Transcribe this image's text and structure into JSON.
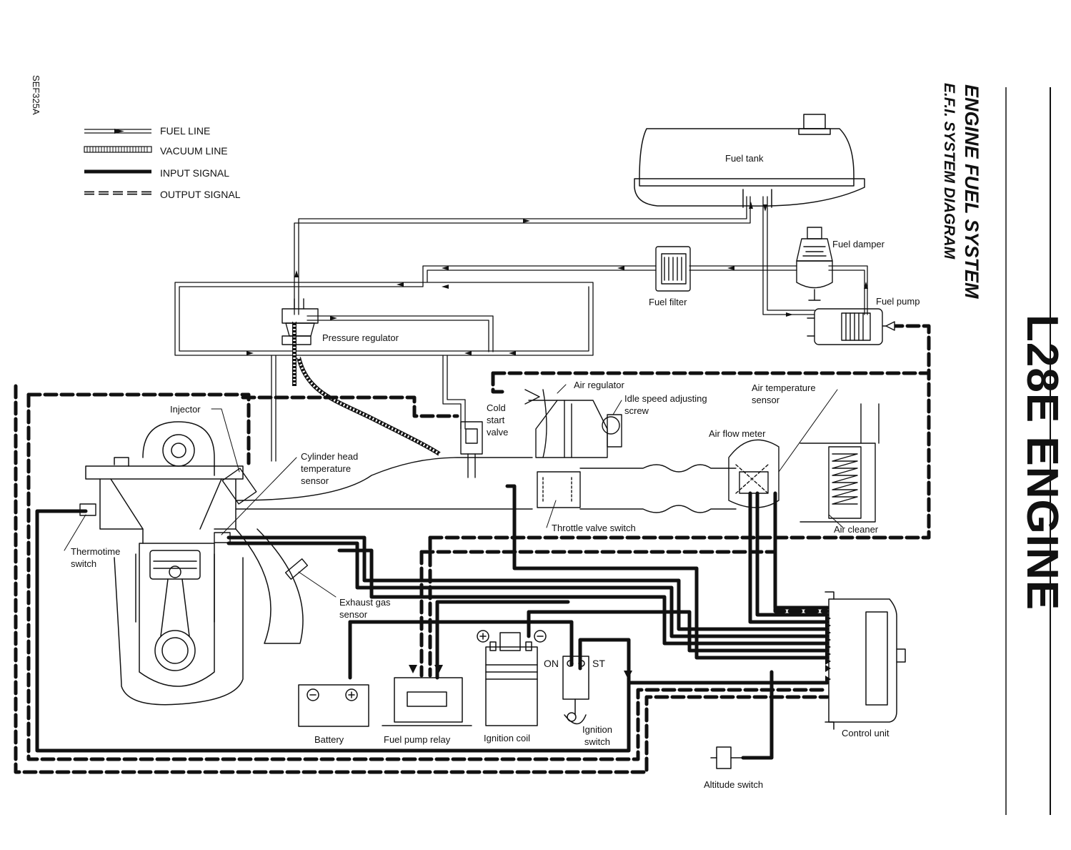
{
  "header": {
    "title_main": "L28E ENGINE",
    "title_sub1": "ENGINE FUEL SYSTEM",
    "title_sub2": "E.F.I. SYSTEM DIAGRAM",
    "figure_code": "SEF325A"
  },
  "legend": [
    {
      "key": "fuel",
      "label": "FUEL LINE"
    },
    {
      "key": "vacuum",
      "label": "VACUUM LINE"
    },
    {
      "key": "input",
      "label": "INPUT SIGNAL"
    },
    {
      "key": "output",
      "label": "OUTPUT SIGNAL"
    }
  ],
  "components": {
    "fuel_tank": "Fuel tank",
    "fuel_damper": "Fuel damper",
    "fuel_filter": "Fuel filter",
    "fuel_pump": "Fuel pump",
    "pressure_regulator": "Pressure regulator",
    "air_regulator": "Air regulator",
    "idle_speed_screw": "Idle speed adjusting\nscrew",
    "air_temp_sensor": "Air temperature\nsensor",
    "air_flow_meter": "Air flow meter",
    "cold_start_valve": "Cold\nstart\nvalve",
    "injector": "Injector",
    "cyl_head_temp_sensor": "Cylinder head\ntemperature\nsensor",
    "thermotime_switch": "Thermotime\nswitch",
    "throttle_valve_switch": "Throttle valve switch",
    "air_cleaner": "Air cleaner",
    "exhaust_gas_sensor": "Exhaust gas\nsensor",
    "battery": "Battery",
    "fuel_pump_relay": "Fuel pump relay",
    "ignition_coil": "Ignition coil",
    "ignition_switch": "Ignition\nswitch",
    "control_unit": "Control unit",
    "altitude_switch": "Altitude switch"
  },
  "switch_labels": {
    "on": "ON",
    "st": "ST"
  },
  "terminals": {
    "plus": "+",
    "minus": "−"
  },
  "icons": [
    "fuel-tank-icon",
    "fuel-filter-icon",
    "fuel-pump-icon",
    "engine-cross-section-icon",
    "battery-icon",
    "ignition-coil-icon",
    "control-unit-icon"
  ]
}
